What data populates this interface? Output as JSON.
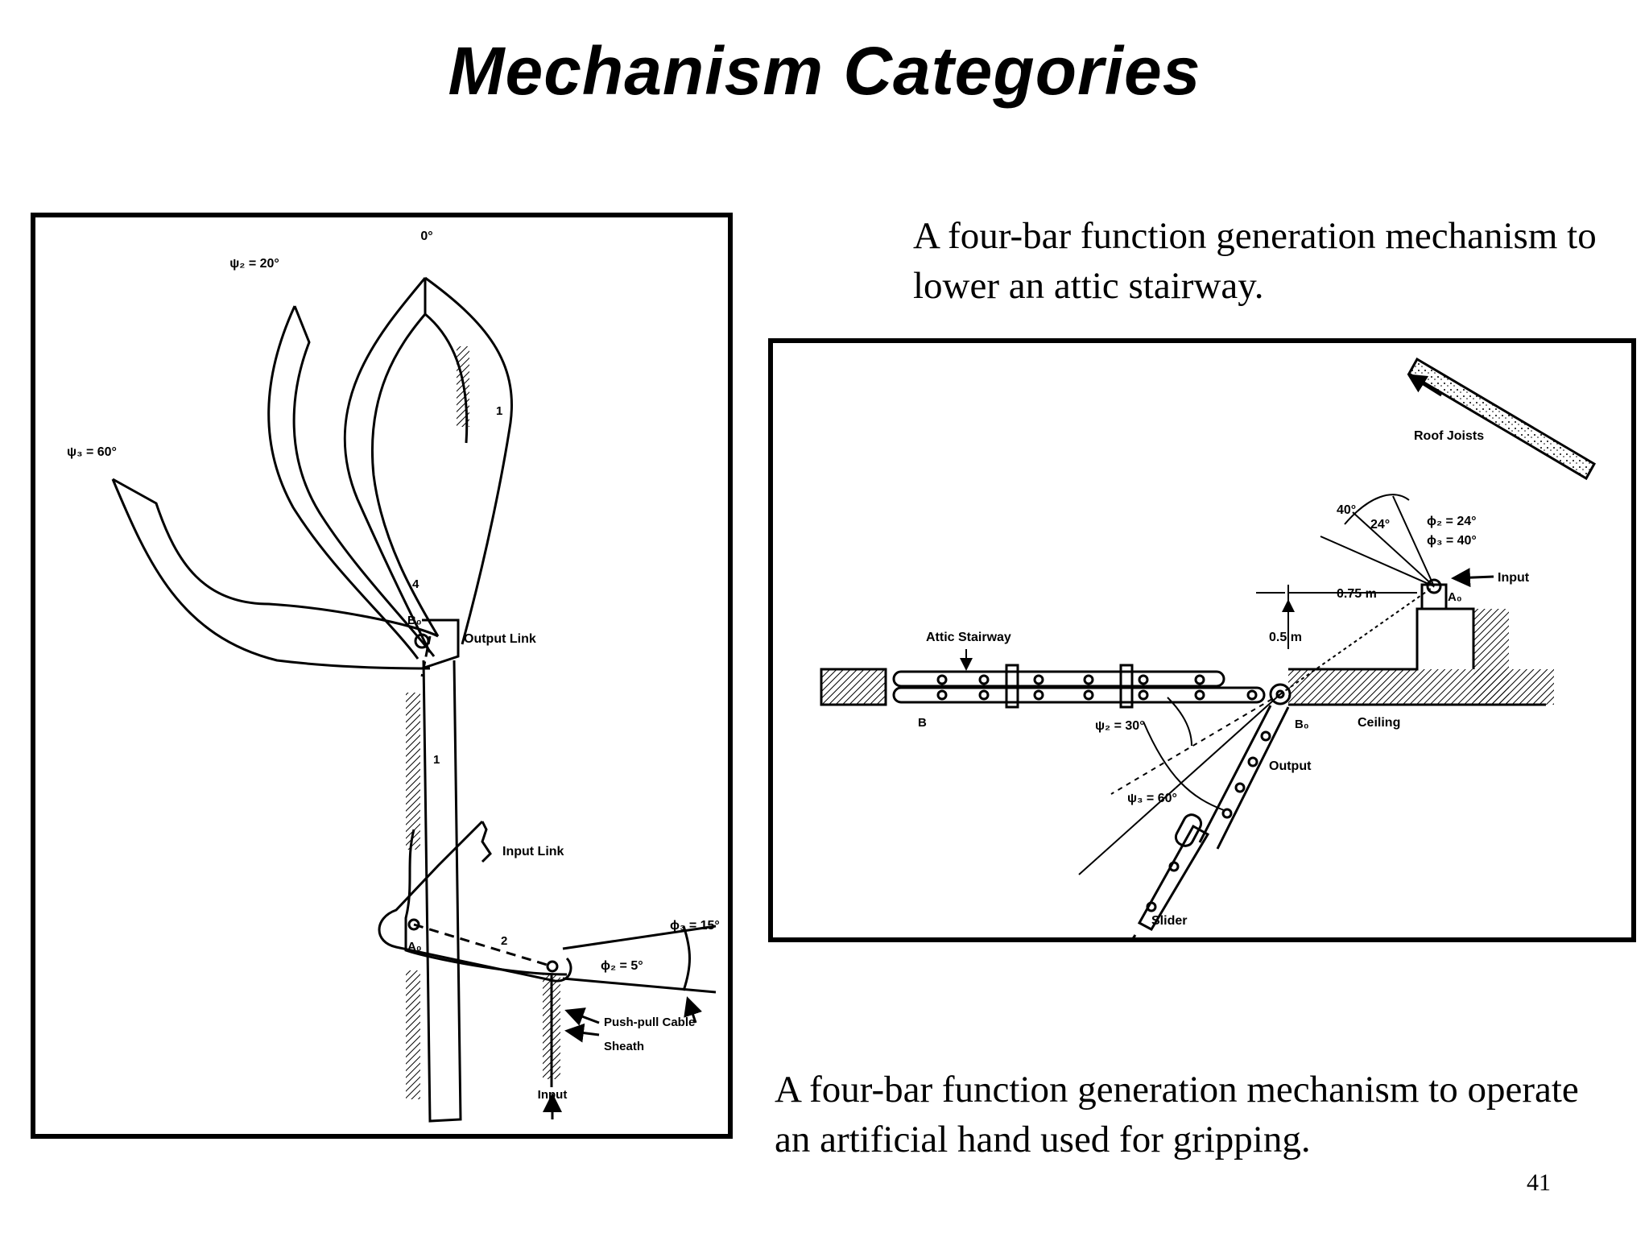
{
  "slide": {
    "title": "Mechanism Categories",
    "page_number": "41"
  },
  "captions": {
    "attic": "A four-bar function generation mechanism to lower an attic stairway.",
    "hand": "A four-bar function generation mechanism to operate an artificial hand used for gripping."
  },
  "hand_figure": {
    "labels": {
      "zero_angle": "0°",
      "psi2": "ψ₂ = 20°",
      "psi3": "ψ₃ = 60°",
      "link_1_upper": "1",
      "link_4": "4",
      "b0": "B₀",
      "output_link": "Output Link",
      "link_1_lower": "1",
      "input_link": "Input Link",
      "a0": "A₀",
      "link_2": "2",
      "phi3": "ϕ₃ = 15°",
      "phi2": "ϕ₂ = 5°",
      "push_pull_cable": "Push-pull Cable",
      "sheath": "Sheath",
      "input": "Input"
    }
  },
  "attic_figure": {
    "labels": {
      "roof_joists": "Roof Joists",
      "angle_40": "40°",
      "angle_24": "24°",
      "phi2": "ϕ₂ = 24°",
      "phi3": "ϕ₃ = 40°",
      "input": "Input",
      "a0": "A₀",
      "dim_075": "0.75 m",
      "dim_05": "0.5 m",
      "attic_stairway": "Attic Stairway",
      "b": "B",
      "psi2": "ψ₂ = 30°",
      "b0": "B₀",
      "ceiling": "Ceiling",
      "output": "Output",
      "psi3": "ψ₃ = 60°",
      "slider": "Slider"
    }
  }
}
